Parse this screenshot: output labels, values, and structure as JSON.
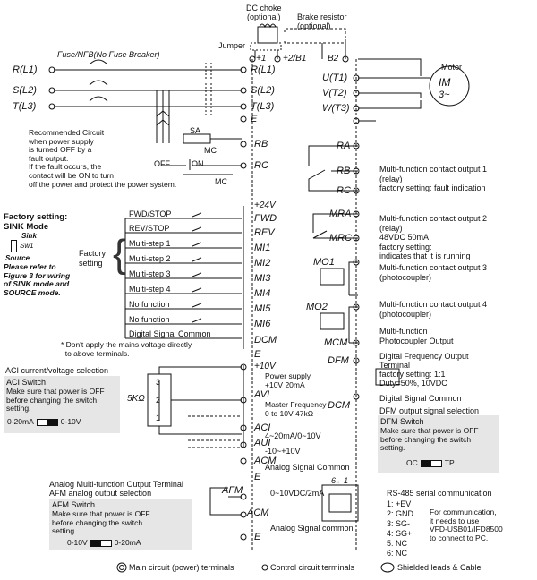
{
  "top": {
    "dc_choke": [
      "DC choke",
      "(optional)"
    ],
    "brake_resistor": [
      "Brake resistor",
      "(optional)"
    ],
    "jumper": "Jumper",
    "fuse": "Fuse/NFB(No Fuse Breaker)",
    "motor": "Motor",
    "im": [
      "IM",
      "3~"
    ]
  },
  "inputs": {
    "r": "R(L1)",
    "s": "S(L2)",
    "t": "T(L3)"
  },
  "main_terminals": {
    "plus1": "+1",
    "plus2": "+2/B1",
    "b2": "B2",
    "r": "R(L1)",
    "s": "S(L2)",
    "t": "T(L3)",
    "e": "E",
    "u": "U(T1)",
    "v": "V(T2)",
    "w": "W(T3)"
  },
  "recommended": "Recommended Circuit\nwhen power supply\nis turned OFF by a\nfault output.\nIf the fault occurs, the\ncontact will be ON to turn\noff the power and protect the power system.",
  "relay_labels": {
    "sa": "SA",
    "mc1": "MC",
    "off": "OFF",
    "on": "ON",
    "mc2": "MC"
  },
  "control_terminals": {
    "rb": "RB",
    "rc": "RC",
    "p24": "+24V",
    "fwd": "FWD",
    "rev": "REV",
    "mi1": "MI1",
    "mi2": "MI2",
    "mi3": "MI3",
    "mi4": "MI4",
    "mi5": "MI5",
    "mi6": "MI6",
    "dcm": "DCM",
    "e": "E",
    "p10": "+10V",
    "avi": "AVI",
    "aci": "ACI",
    "aui": "AUI",
    "acm": "ACM",
    "e2": "E",
    "afm": "AFM",
    "acm2": "ACM",
    "e3": "E"
  },
  "factory": {
    "setting": "Factory setting:",
    "sink": "SINK Mode",
    "sink_small": "Sink",
    "sw1": "Sw1",
    "source": "Source",
    "refer": "Please refer to\nFigure 3 for wiring\nof SINK mode and\nSOURCE mode.",
    "fs_label": "Factory\nsetting"
  },
  "inputs_list": [
    "FWD/STOP",
    "REV/STOP",
    "Multi-step 1",
    "Multi-step 2",
    "Multi-step 3",
    "Multi-step 4",
    "No function",
    "No function",
    "Digital Signal Common"
  ],
  "dont_apply": "* Don't apply the mains voltage directly\n  to above terminals.",
  "aci_section": {
    "title": "ACI current/voltage selection",
    "box_title": "ACI Switch",
    "box_text": "Make sure that power is OFF\nbefore changing the switch\nsetting.",
    "left": "0-20mA",
    "right": "0-10V",
    "pot": "5KΩ",
    "pins": [
      "3",
      "2",
      "1"
    ]
  },
  "analog_notes": {
    "psu": "Power supply\n+10V 20mA",
    "master": "Master Frequency\n0 to 10V 47kΩ",
    "aci": "4~20mA/0~10V",
    "aui": "-10~+10V",
    "acm": "Analog Signal Common"
  },
  "afm_section": {
    "title": "Analog Multi-function Output Terminal",
    "subtitle": "AFM analog output selection",
    "box_title": "AFM Switch",
    "box_text": "Make sure that power is OFF\nbefore changing the switch\nsetting.",
    "left": "0-10V",
    "right": "0-20mA",
    "afm_out": "0~10VDC/2mA",
    "acm_note": "Analog Signal common",
    "rj": "6←1"
  },
  "right_outputs": {
    "ra": "RA",
    "rb": "RB",
    "rc": "RC",
    "mra": "MRA",
    "mrc": "MRC",
    "mo1": "MO1",
    "mo2": "MO2",
    "mcm": "MCM",
    "dfm": "DFM",
    "dcm": "DCM",
    "out1": "Multi-function contact output 1\n(relay)\nfactory setting: fault indication",
    "out2": "Multi-function contact output 2\n(relay)\n48VDC 50mA\nfactory setting:\nindicates that it is running",
    "out3": "Multi-function contact output 3\n(photocoupler)",
    "out4": "Multi-function contact output 4\n(photocoupler)",
    "mcm_text": "Multi-function\nPhotocoupler Output",
    "dfo": "Digital Frequency Output\nTerminal\nfactory setting: 1:1\nDuty=50%, 10VDC",
    "dsc": "Digital Signal Common",
    "dfm_sel": "DFM output signal selection"
  },
  "dfm_box": {
    "title": "DFM Switch",
    "text": "Make sure that power is OFF\nbefore changing the switch\nsetting.",
    "left": "OC",
    "right": "TP"
  },
  "rs485": {
    "title": "RS-485 serial communication",
    "pins": [
      "1: +EV",
      "2: GND",
      "3: SG-",
      "4: SG+",
      "5: NC",
      "6: NC"
    ],
    "note": "For communication,\nit needs to use\nVFD-USB01/IFD8500\nto connect to PC."
  },
  "legend": {
    "main": "Main circuit (power) terminals",
    "control": "Control circuit terminals",
    "shield": "Shielded leads & Cable"
  }
}
